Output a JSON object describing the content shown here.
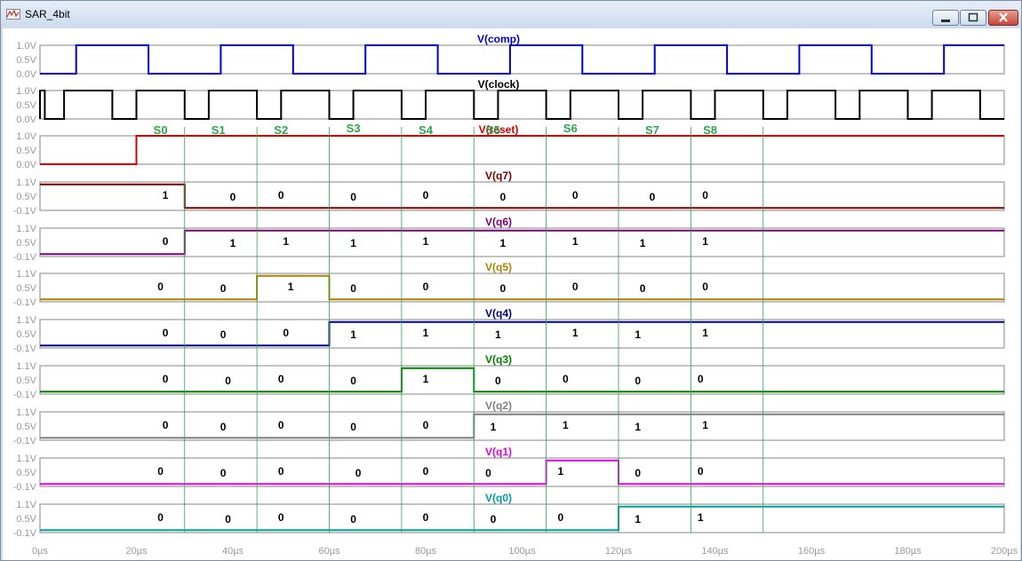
{
  "window": {
    "title": "SAR_4bit"
  },
  "chart_data": {
    "type": "line",
    "x_unit": "µs",
    "xlim": [
      0,
      200
    ],
    "x_ticks": [
      "0µs",
      "20µs",
      "40µs",
      "60µs",
      "80µs",
      "100µs",
      "120µs",
      "140µs",
      "160µs",
      "180µs",
      "200µs"
    ],
    "state_markers": [
      {
        "label": "S0",
        "x": 30
      },
      {
        "label": "S1",
        "x": 45
      },
      {
        "label": "S2",
        "x": 60
      },
      {
        "label": "S3",
        "x": 75
      },
      {
        "label": "S4",
        "x": 90
      },
      {
        "label": "S5",
        "x": 105
      },
      {
        "label": "S6",
        "x": 120
      },
      {
        "label": "S7",
        "x": 135
      },
      {
        "label": "S8",
        "x": 150
      }
    ],
    "panels": [
      {
        "name": "V(comp)",
        "color": "#0000cc",
        "ylim": [
          0,
          1
        ],
        "y_ticks": [
          "1.0V",
          "0.5V",
          "0.0V"
        ],
        "x": [
          0,
          7.5,
          7.5,
          22.5,
          22.5,
          37.5,
          37.5,
          52.5,
          52.5,
          67.5,
          67.5,
          82.5,
          82.5,
          97.5,
          97.5,
          112.5,
          112.5,
          127.5,
          127.5,
          142.5,
          142.5,
          157.5,
          157.5,
          172.5,
          172.5,
          187.5,
          187.5,
          200
        ],
        "y": [
          0,
          0,
          1,
          1,
          0,
          0,
          1,
          1,
          0,
          0,
          1,
          1,
          0,
          0,
          1,
          1,
          0,
          0,
          1,
          1,
          0,
          0,
          1,
          1,
          0,
          0,
          1,
          1
        ]
      },
      {
        "name": "V(clock)",
        "color": "#000000",
        "ylim": [
          0,
          1
        ],
        "y_ticks": [
          "1.0V",
          "0.5V",
          "0.0V"
        ],
        "x": [
          0,
          0,
          1,
          1,
          5,
          5,
          15,
          15,
          20,
          20,
          30,
          30,
          35,
          35,
          45,
          45,
          50,
          50,
          60,
          60,
          65,
          65,
          75,
          75,
          80,
          80,
          90,
          90,
          95,
          95,
          105,
          105,
          110,
          110,
          120,
          120,
          125,
          125,
          135,
          135,
          140,
          140,
          150,
          150,
          155,
          155,
          165,
          165,
          170,
          170,
          180,
          180,
          185,
          185,
          195,
          195,
          200
        ],
        "y": [
          0,
          1,
          1,
          0,
          0,
          1,
          1,
          0,
          0,
          1,
          1,
          0,
          0,
          1,
          1,
          0,
          0,
          1,
          1,
          0,
          0,
          1,
          1,
          0,
          0,
          1,
          1,
          0,
          0,
          1,
          1,
          0,
          0,
          1,
          1,
          0,
          0,
          1,
          1,
          0,
          0,
          1,
          1,
          0,
          0,
          1,
          1,
          0,
          0,
          1,
          1,
          0,
          0,
          1,
          1,
          0,
          0
        ]
      },
      {
        "name": "V(reset)",
        "color": "#d40000",
        "ylim": [
          0,
          1
        ],
        "y_ticks": [
          "1.0V",
          "0.5V",
          "0.0V"
        ],
        "x": [
          0,
          20,
          20,
          200
        ],
        "y": [
          0,
          0,
          1,
          1
        ]
      },
      {
        "name": "V(q7)",
        "color": "#7a0000",
        "ylim": [
          -0.1,
          1.1
        ],
        "y_ticks": [
          "1.1V",
          "0.5V",
          "-0.1V"
        ],
        "x": [
          0,
          30,
          30,
          200
        ],
        "y": [
          1,
          1,
          0,
          0
        ],
        "bits": [
          {
            "x": 26,
            "t": "1"
          },
          {
            "x": 40,
            "t": "0"
          },
          {
            "x": 50,
            "t": "0"
          },
          {
            "x": 65,
            "t": "0"
          },
          {
            "x": 80,
            "t": "0"
          },
          {
            "x": 96,
            "t": "0"
          },
          {
            "x": 111,
            "t": "0"
          },
          {
            "x": 127,
            "t": "0"
          },
          {
            "x": 138,
            "t": "0"
          }
        ]
      },
      {
        "name": "V(q6)",
        "color": "#7a007a",
        "ylim": [
          -0.1,
          1.1
        ],
        "y_ticks": [
          "1.1V",
          "0.5V",
          "-0.1V"
        ],
        "x": [
          0,
          30,
          30,
          200
        ],
        "y": [
          0,
          0,
          1,
          1
        ],
        "bits": [
          {
            "x": 26,
            "t": "0"
          },
          {
            "x": 40,
            "t": "1"
          },
          {
            "x": 51,
            "t": "1"
          },
          {
            "x": 65,
            "t": "1"
          },
          {
            "x": 80,
            "t": "1"
          },
          {
            "x": 96,
            "t": "1"
          },
          {
            "x": 111,
            "t": "1"
          },
          {
            "x": 125,
            "t": "1"
          },
          {
            "x": 138,
            "t": "1"
          }
        ]
      },
      {
        "name": "V(q5)",
        "color": "#b08000",
        "ylim": [
          -0.1,
          1.1
        ],
        "y_ticks": [
          "1.1V",
          "0.5V",
          "-0.1V"
        ],
        "x": [
          0,
          45,
          45,
          60,
          60,
          200
        ],
        "y": [
          0,
          0,
          1,
          1,
          0,
          0
        ],
        "bits": [
          {
            "x": 25,
            "t": "0"
          },
          {
            "x": 38,
            "t": "0"
          },
          {
            "x": 52,
            "t": "1"
          },
          {
            "x": 65,
            "t": "0"
          },
          {
            "x": 80,
            "t": "0"
          },
          {
            "x": 96,
            "t": "0"
          },
          {
            "x": 111,
            "t": "0"
          },
          {
            "x": 125,
            "t": "0"
          },
          {
            "x": 138,
            "t": "0"
          }
        ]
      },
      {
        "name": "V(q4)",
        "color": "#000088",
        "ylim": [
          -0.1,
          1.1
        ],
        "y_ticks": [
          "1.1V",
          "0.5V",
          "-0.1V"
        ],
        "x": [
          0,
          60,
          60,
          200
        ],
        "y": [
          0,
          0,
          1,
          1
        ],
        "bits": [
          {
            "x": 26,
            "t": "0"
          },
          {
            "x": 38,
            "t": "0"
          },
          {
            "x": 51,
            "t": "0"
          },
          {
            "x": 65,
            "t": "1"
          },
          {
            "x": 80,
            "t": "1"
          },
          {
            "x": 95,
            "t": "1"
          },
          {
            "x": 111,
            "t": "1"
          },
          {
            "x": 124,
            "t": "1"
          },
          {
            "x": 138,
            "t": "1"
          }
        ]
      },
      {
        "name": "V(q3)",
        "color": "#008000",
        "ylim": [
          -0.1,
          1.1
        ],
        "y_ticks": [
          "1.1V",
          "0.5V",
          "-0.1V"
        ],
        "x": [
          0,
          75,
          75,
          90,
          90,
          200
        ],
        "y": [
          0,
          0,
          1,
          1,
          0,
          0
        ],
        "bits": [
          {
            "x": 26,
            "t": "0"
          },
          {
            "x": 39,
            "t": "0"
          },
          {
            "x": 50,
            "t": "0"
          },
          {
            "x": 65,
            "t": "0"
          },
          {
            "x": 80,
            "t": "1"
          },
          {
            "x": 95,
            "t": "0"
          },
          {
            "x": 109,
            "t": "0"
          },
          {
            "x": 124,
            "t": "0"
          },
          {
            "x": 137,
            "t": "0"
          }
        ]
      },
      {
        "name": "V(q2)",
        "color": "#808080",
        "ylim": [
          -0.1,
          1.1
        ],
        "y_ticks": [
          "1.1V",
          "0.5V",
          "-0.1V"
        ],
        "x": [
          0,
          90,
          90,
          200
        ],
        "y": [
          0,
          0,
          1,
          1
        ],
        "bits": [
          {
            "x": 26,
            "t": "0"
          },
          {
            "x": 38,
            "t": "0"
          },
          {
            "x": 50,
            "t": "0"
          },
          {
            "x": 65,
            "t": "0"
          },
          {
            "x": 80,
            "t": "0"
          },
          {
            "x": 94,
            "t": "1"
          },
          {
            "x": 109,
            "t": "1"
          },
          {
            "x": 124,
            "t": "1"
          },
          {
            "x": 138,
            "t": "1"
          }
        ]
      },
      {
        "name": "V(q1)",
        "color": "#e000e0",
        "ylim": [
          -0.1,
          1.1
        ],
        "y_ticks": [
          "1.1V",
          "0.5V",
          "-0.1V"
        ],
        "x": [
          0,
          105,
          105,
          120,
          120,
          200
        ],
        "y": [
          0,
          0,
          1,
          1,
          0,
          0
        ],
        "bits": [
          {
            "x": 25,
            "t": "0"
          },
          {
            "x": 38,
            "t": "0"
          },
          {
            "x": 50,
            "t": "0"
          },
          {
            "x": 66,
            "t": "0"
          },
          {
            "x": 80,
            "t": "0"
          },
          {
            "x": 93,
            "t": "0"
          },
          {
            "x": 108,
            "t": "1"
          },
          {
            "x": 124,
            "t": "0"
          },
          {
            "x": 137,
            "t": "0"
          }
        ]
      },
      {
        "name": "V(q0)",
        "color": "#00a0a0",
        "ylim": [
          -0.1,
          1.1
        ],
        "y_ticks": [
          "1.1V",
          "0.5V",
          "-0.1V"
        ],
        "x": [
          0,
          120,
          120,
          200
        ],
        "y": [
          0,
          0,
          1,
          1
        ],
        "bits": [
          {
            "x": 25,
            "t": "0"
          },
          {
            "x": 39,
            "t": "0"
          },
          {
            "x": 50,
            "t": "0"
          },
          {
            "x": 65,
            "t": "0"
          },
          {
            "x": 80,
            "t": "0"
          },
          {
            "x": 94,
            "t": "0"
          },
          {
            "x": 108,
            "t": "0"
          },
          {
            "x": 124,
            "t": "1"
          },
          {
            "x": 137,
            "t": "1"
          }
        ]
      }
    ]
  }
}
